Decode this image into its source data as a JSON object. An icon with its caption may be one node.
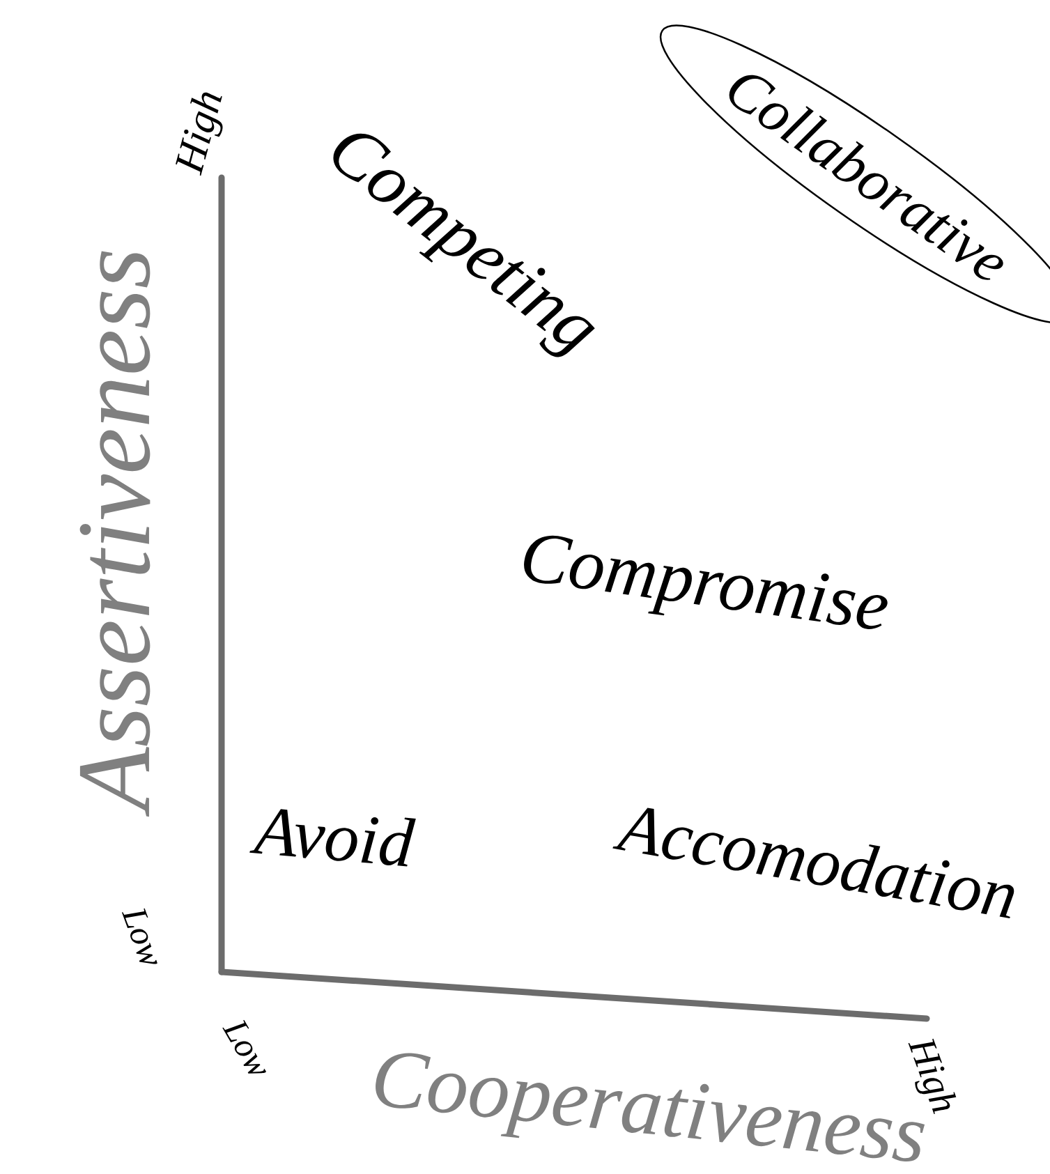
{
  "diagram": {
    "nodes": [
      {
        "text": [
          "Collaborative"
        ]
      }
    ],
    "labels": [
      "High",
      "Competing",
      "Assertiveness",
      "Compromise",
      "Avoid",
      "Accomodation",
      "Low",
      "Low",
      "Cooperativeness",
      "High"
    ]
  }
}
